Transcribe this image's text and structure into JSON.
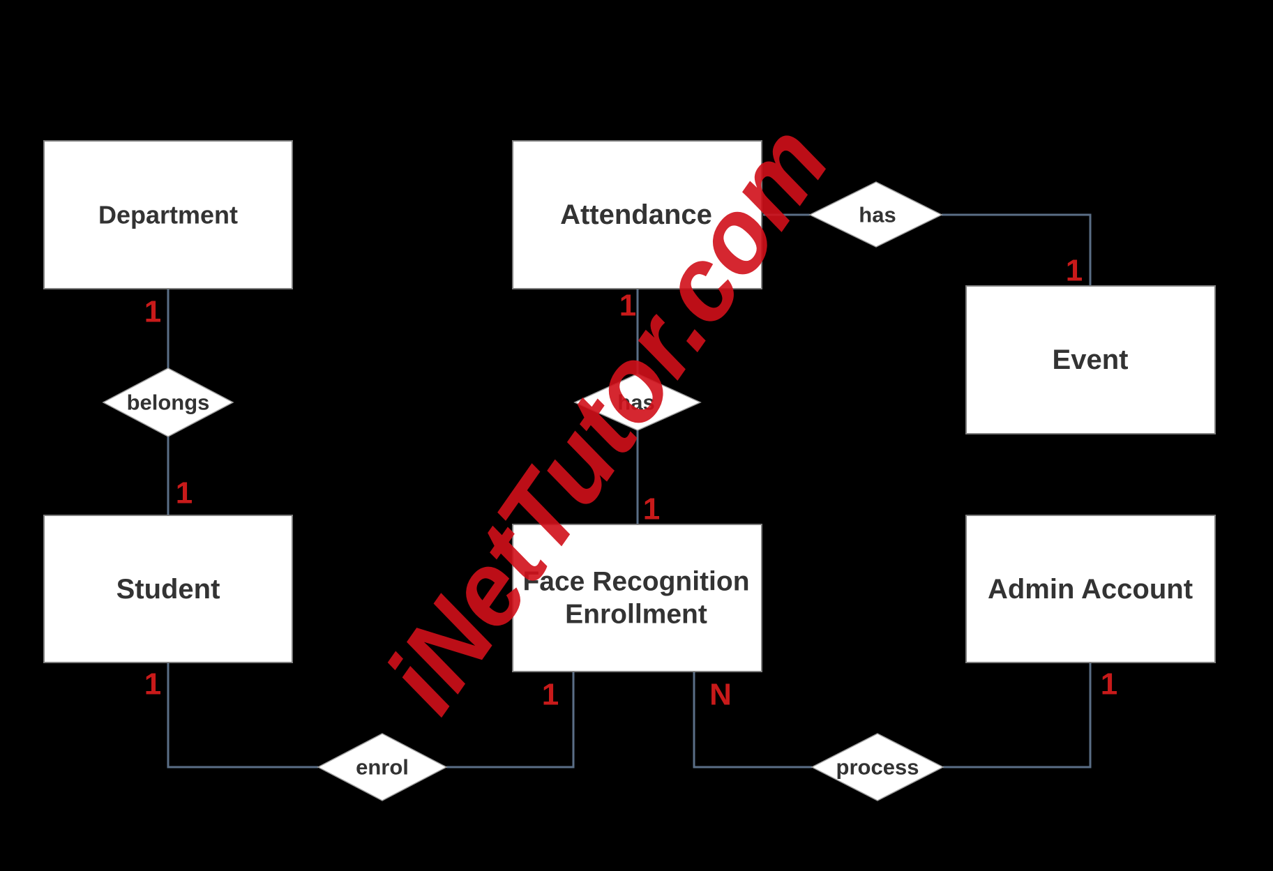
{
  "entities": {
    "department": "Department",
    "attendance": "Attendance",
    "event": "Event",
    "student": "Student",
    "face_recognition_line1": "Face Recognition",
    "face_recognition_line2": "Enrollment",
    "admin_account": "Admin Account"
  },
  "relationships": {
    "belongs": "belongs",
    "attendance_face_has": "has",
    "attendance_event_has": "has",
    "enrol": "enrol",
    "process": "process"
  },
  "cardinalities": {
    "department_belongs": "1",
    "student_belongs": "1",
    "attendance_has": "1",
    "face_has": "1",
    "event_has": "1",
    "student_enrol": "1",
    "face_enrol": "1",
    "face_process": "N",
    "admin_process": "1"
  },
  "watermark": "iNetTutor.com",
  "colors": {
    "background": "#000000",
    "entity_fill": "#ffffff",
    "connector": "#5a6e86",
    "cardinality": "#c81a1a",
    "watermark": "#d0101a"
  }
}
